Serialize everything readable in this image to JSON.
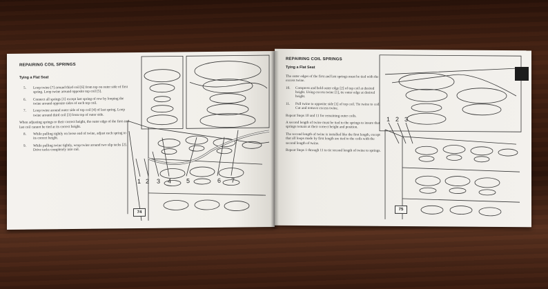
{
  "left_page": {
    "header": "REPAIRING COIL SPRINGS",
    "subheader": "Tying a Flat Seat",
    "steps": [
      {
        "n": "5.",
        "text": "Loop twine [7] around third coil [6] from top on outer side of first spring. Loop twine around opposite top coil [5]."
      },
      {
        "n": "6.",
        "text": "Connect all springs [1] except last spring of row by looping the twine around opposite sides of each top coil."
      },
      {
        "n": "7.",
        "text": "Loop twine around outer side of top coil [4] of last spring. Loop twine around third coil [3] from top of outer side."
      }
    ],
    "note": "When adjusting springs to their correct height, the outer edge of the first and last coil cannot be tied at its correct height.",
    "steps2": [
      {
        "n": "8.",
        "text": "While pulling tightly on loose end of twine, adjust each spring to its correct height."
      },
      {
        "n": "9.",
        "text": "While pulling twine tightly, wrap twine around two slip tacks [2]. Drive tacks completely into rail."
      }
    ],
    "callouts": [
      "1",
      "2",
      "3",
      "4",
      "5",
      "6",
      "7"
    ],
    "page_number": "74"
  },
  "right_page": {
    "header": "REPAIRING COIL SPRINGS",
    "subheader": "Tying a Flat Seat",
    "intro": "The outer edges of the first and last springs must be tied with the excess twine.",
    "steps": [
      {
        "n": "10.",
        "text": "Compress and hold outer edge [2] of top coil at desired height. Using excess twine [1], tie outer edge at desired height."
      },
      {
        "n": "11.",
        "text": "Pull twine to opposite side [1] of top coil. Tie twine to coil. Cut and remove excess twine."
      }
    ],
    "para1": "Repeat Steps 10 and 11 for remaining outer coils.",
    "para2": "A second length of twine must be tied to the springs to insure that springs remain at their correct height and position.",
    "para3": "The second length of twine is installed like the first length, except that all loops made by first length are tied to the coils with the second length of twine.",
    "para4": "Repeat Steps 1 through 11 to tie second length of twine to springs.",
    "callouts": [
      "1",
      "2",
      "3"
    ],
    "page_number": "75"
  },
  "colors": {
    "paper": "#f3f1ec",
    "ink": "#333333",
    "table": "#3a1e12"
  }
}
